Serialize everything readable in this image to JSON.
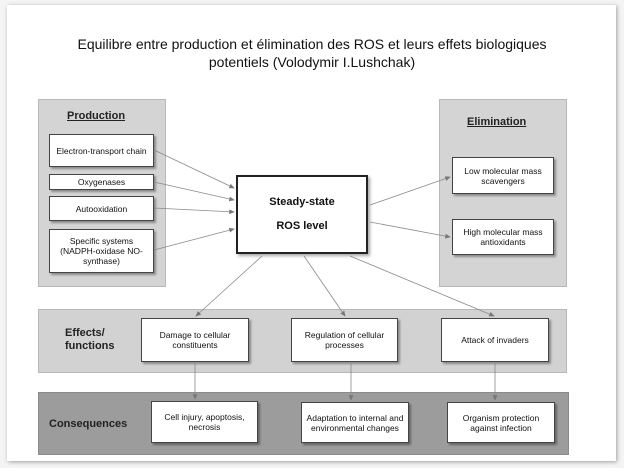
{
  "title": {
    "line1": "Equilibre entre production et élimination des ROS et leurs effets biologiques",
    "line2": "potentiels (Volodymir I.Lushchak)"
  },
  "production": {
    "heading": "Production",
    "items": [
      "Electron-transport chain",
      "Oxygenases",
      "Autooxidation",
      "Specific systems (NADPH-oxidase NO-synthase)"
    ]
  },
  "center": {
    "line1": "Steady-state",
    "line2": "ROS level"
  },
  "elimination": {
    "heading": "Elimination",
    "items": [
      "Low molecular mass scavengers",
      "High molecular mass antioxidants"
    ]
  },
  "effects": {
    "heading": "Effects/ functions",
    "items": [
      "Damage to cellular constituents",
      "Regulation of cellular processes",
      "Attack of invaders"
    ]
  },
  "consequences": {
    "heading": "Consequences",
    "items": [
      "Cell injury, apoptosis, necrosis",
      "Adaptation to internal and environmental changes",
      "Organism protection against infection"
    ]
  }
}
